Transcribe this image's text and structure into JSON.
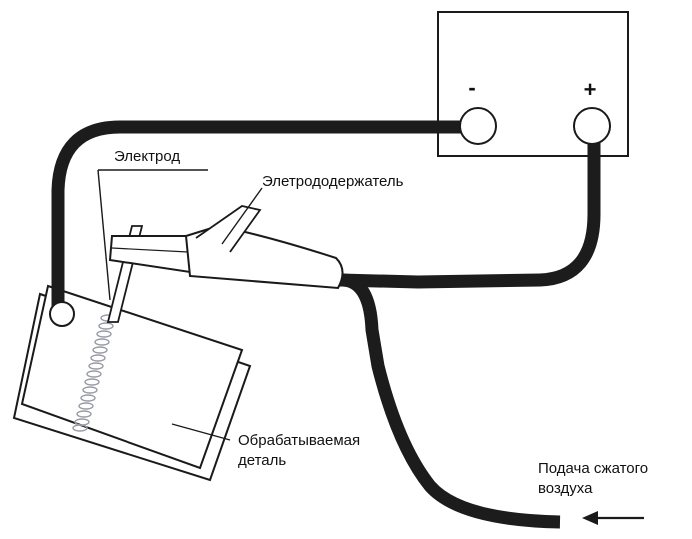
{
  "power_source": {
    "minus_label": "-",
    "plus_label": "+"
  },
  "labels": {
    "electrode": "Электрод",
    "holder": "Элетрододержатель",
    "workpiece_line1": "Обрабатываемая",
    "workpiece_line2": "деталь",
    "air_line1": "Подача сжатого",
    "air_line2": "воздуха"
  },
  "colors": {
    "cable": "#1c1c1c",
    "outline": "#1a1a1a",
    "weld_seam": "#9a9aa8"
  }
}
